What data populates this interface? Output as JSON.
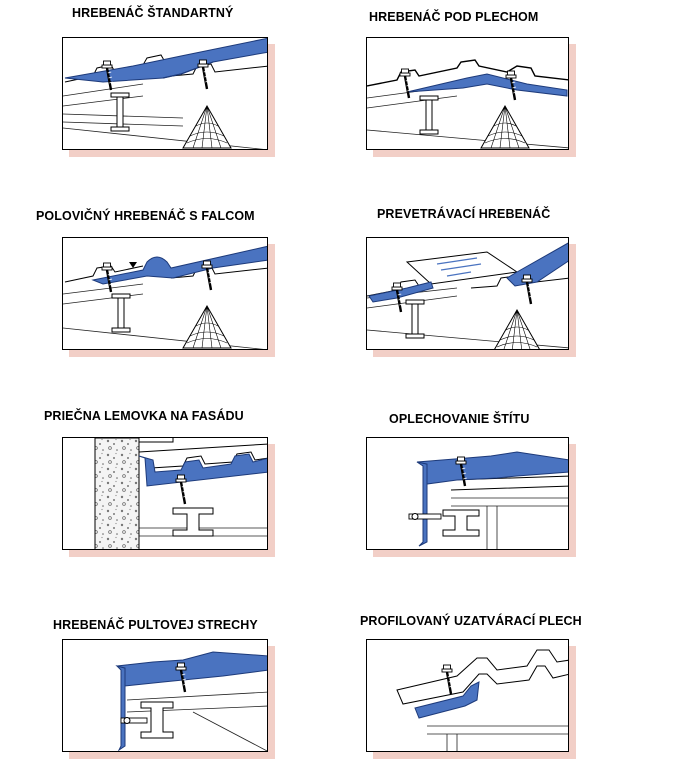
{
  "colors": {
    "sheet": "#4a73c0",
    "sheet_edge": "#1d3a7a",
    "shadow": "#f2cfc7",
    "line": "#222222"
  },
  "panels": [
    {
      "title": "HREBENÁČ ŠTANDARTNÝ",
      "icon": "ridge-standard-diagram"
    },
    {
      "title": "HREBENÁČ POD PLECHOM",
      "icon": "ridge-under-sheet-diagram"
    },
    {
      "title": "POLOVIČNÝ HREBENÁČ S FALCOM",
      "icon": "half-ridge-seam-diagram"
    },
    {
      "title": "PREVETRÁVACÍ HREBENÁČ",
      "icon": "ventilated-ridge-diagram"
    },
    {
      "title": "PRIEČNA LEMOVKA  NA FASÁDU",
      "icon": "facade-flashing-diagram"
    },
    {
      "title": "OPLECHOVANIE ŠTÍTU",
      "icon": "gable-flashing-diagram"
    },
    {
      "title": "HREBENÁČ PULTOVEJ STRECHY",
      "icon": "mono-pitch-ridge-diagram"
    },
    {
      "title": "PROFILOVANÝ UZATVÁRACÍ PLECH",
      "icon": "profiled-closure-diagram"
    }
  ]
}
